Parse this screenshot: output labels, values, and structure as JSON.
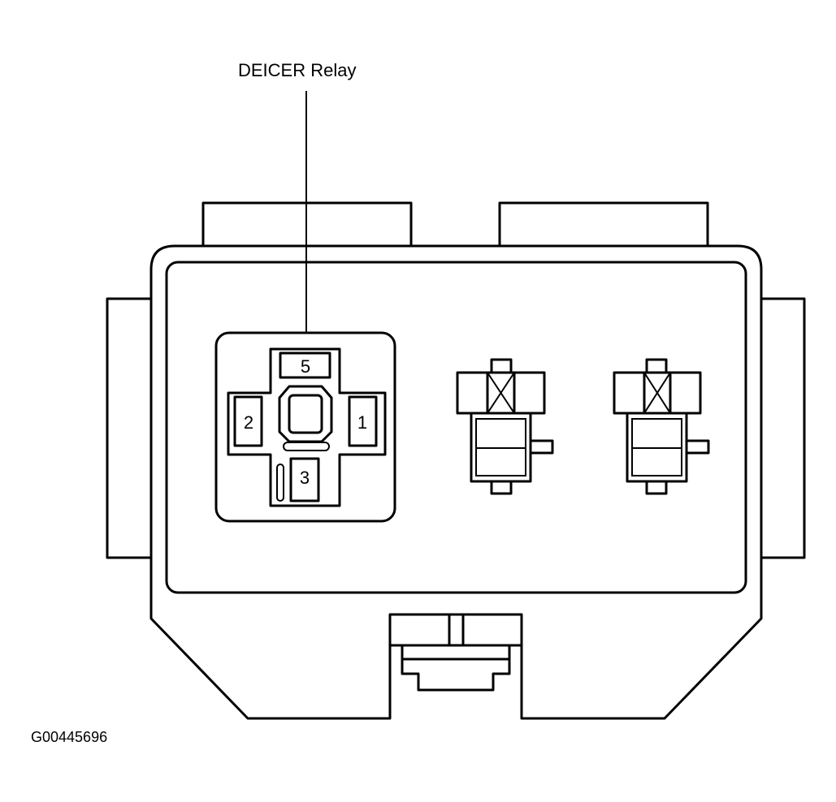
{
  "callout": {
    "label": "DEICER Relay"
  },
  "relay": {
    "terminals": [
      {
        "id": "top",
        "label": "5"
      },
      {
        "id": "left",
        "label": "2"
      },
      {
        "id": "right",
        "label": "1"
      },
      {
        "id": "bottom",
        "label": "3"
      }
    ]
  },
  "figure_id": "G00445696"
}
